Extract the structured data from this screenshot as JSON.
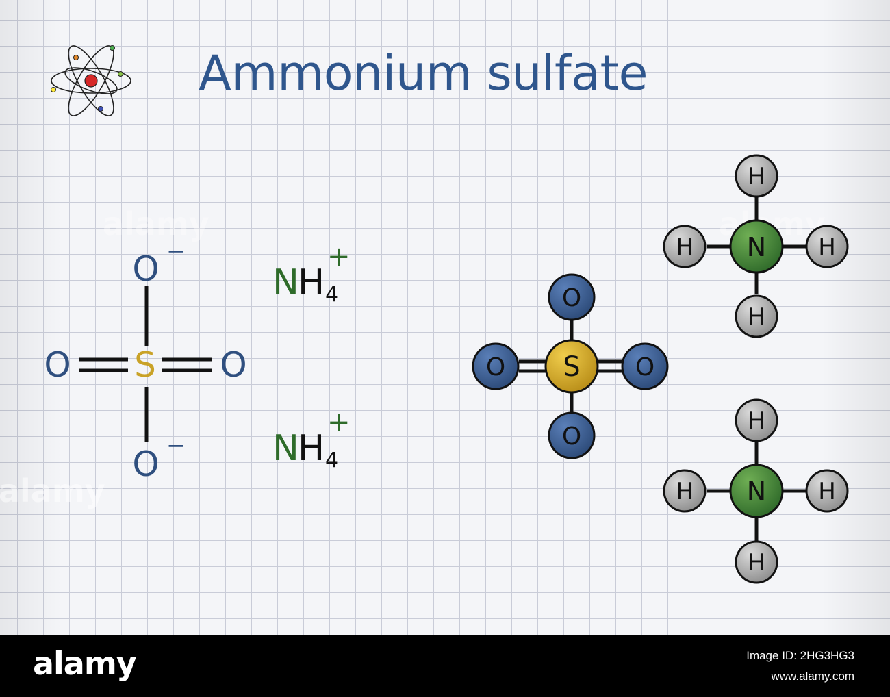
{
  "title": "Ammonium sulfate",
  "skeletal_formula": {
    "sulfur": "S",
    "oxygen": "O",
    "charge_minus": "−",
    "ammonium_n": "N",
    "ammonium_h": "H",
    "ammonium_subscript": "4",
    "charge_plus": "+"
  },
  "ball_stick": {
    "sulfur": "S",
    "oxygen": "O",
    "nitrogen": "N",
    "hydrogen": "H"
  },
  "colors": {
    "title": "#2f568d",
    "oxygen": "#2f4f7f",
    "sulfur": "#c9a227",
    "nitrogen": "#3b7a2f",
    "hydrogen": "#8a8a8a",
    "ammonium_text": "#2e6b2a"
  },
  "watermark": "alamy",
  "footer": {
    "logo": "alamy",
    "image_id": "Image ID: 2HG3HG3",
    "url": "www.alamy.com"
  }
}
